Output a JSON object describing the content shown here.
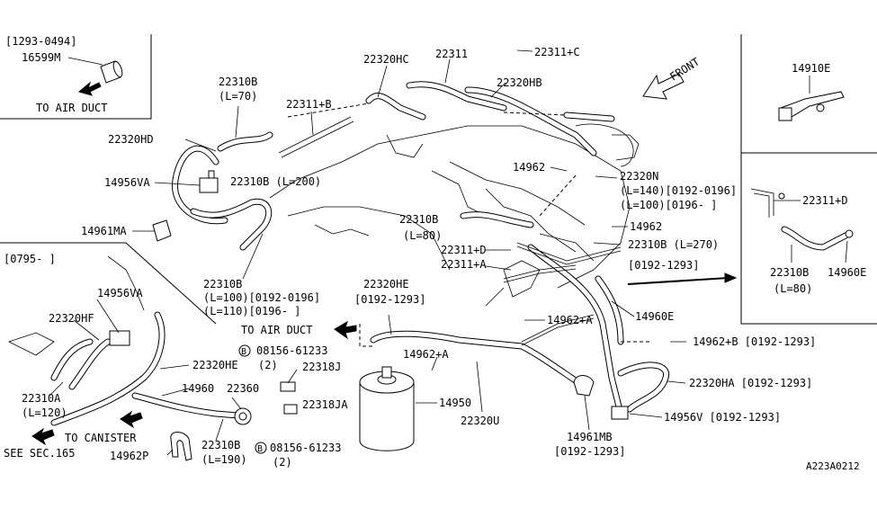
{
  "inset_top_left": {
    "range": "[1293-0494]",
    "part": "16599M",
    "note": "TO AIR DUCT"
  },
  "inset_top_right": {
    "part": "14910E"
  },
  "inset_mid_right": {
    "parts": [
      "22311+D",
      "22310B",
      "(L=80)",
      "14960E"
    ]
  },
  "inset_left": {
    "range": "[0795-    ]",
    "parts": [
      "14956VA",
      "22320HF",
      "22310A",
      "(L=120)"
    ]
  },
  "labels": {
    "l_16599M": "16599M",
    "l_22310B_70": "22310B",
    "l_L70": "(L=70)",
    "l_22320HC": "22320HC",
    "l_22311": "22311",
    "l_22311C": "22311+C",
    "l_22320HB": "22320HB",
    "l_front": "FRONT",
    "l_22311B": "22311+B",
    "l_22320HD": "22320HD",
    "l_14956VA_top": "14956VA",
    "l_22310B_200": "22310B (L=200)",
    "l_14961MA": "14961MA",
    "l_14962_a": "14962",
    "l_22320N": "22320N",
    "l_L140": "(L=140)[0192-0196]",
    "l_L100": "(L=100)[0196-    ]",
    "l_14962_b": "14962",
    "l_22310B_80": "22310B",
    "l_L80": "(L=80)",
    "l_22311D": "22311+D",
    "l_22311A": "22311+A",
    "l_22310B_270": "22310B (L=270)",
    "l_range_0192_1293_a": "[0192-1293]",
    "l_22310B_100": "22310B",
    "l_L100b": "(L=100)[0192-0196]",
    "l_L110": "(L=110)[0196-    ]",
    "l_22320HE_top": "22320HE",
    "l_range_0192_1293_b": "[0192-1293]",
    "l_to_air_duct_2": "TO AIR DUCT",
    "l_14962A_a": "14962+A",
    "l_14960E_main": "14960E",
    "l_14962B": "14962+B [0192-1293]",
    "l_14962A_b": "14962+A",
    "l_08156_a": "08156-61233",
    "l_qty_a": "(2)",
    "l_22318J": "22318J",
    "l_22320HE_mid": "22320HE",
    "l_14960": "14960",
    "l_22360": "22360",
    "l_22318JA": "22318JA",
    "l_14950": "14950",
    "l_22320U": "22320U",
    "l_22320HA": "22320HA [0192-1293]",
    "l_14956V": "14956V [0192-1293]",
    "l_14961MB": "14961MB",
    "l_range_0192_1293_c": "[0192-1293]",
    "l_to_canister": "TO CANISTER",
    "l_see_sec": "SEE SEC.165",
    "l_14962P": "14962P",
    "l_22310B_190": "22310B",
    "l_L190": "(L=190)",
    "l_08156_b": "08156-61233",
    "l_qty_b": "(2)",
    "l_b_a": "B",
    "l_b_b": "B",
    "l_ref": "A223A0212"
  }
}
